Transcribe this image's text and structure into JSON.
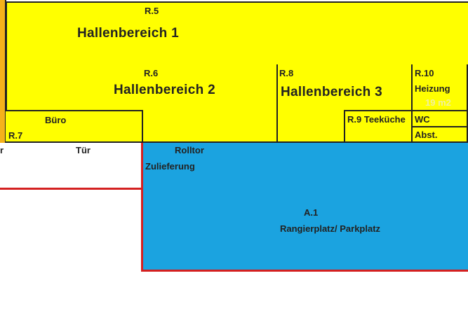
{
  "colors": {
    "hall": "#ffff00",
    "side_wall": "#f5b21b",
    "yard": "#1ba3e0",
    "border": "#222222",
    "property_line": "#d42020",
    "area_note": "#f0f0a0"
  },
  "rooms": {
    "r5": {
      "code": "R.5",
      "name": "Hallenbereich 1"
    },
    "r6": {
      "code": "R.6",
      "name": "Hallenbereich 2"
    },
    "r7": {
      "code": "R.7",
      "name": "Büro"
    },
    "r8": {
      "code": "R.8",
      "name": "Hallenbereich 3"
    },
    "r9": {
      "label": "R.9 Teeküche"
    },
    "r10": {
      "code": "R.10",
      "name": "Heizung",
      "area": "19 m2"
    },
    "wc": {
      "label": "WC"
    },
    "abst": {
      "label": "Abst."
    }
  },
  "outside": {
    "door_left": "r",
    "door": "Tür",
    "rolltor": "Rolltor",
    "delivery": "Zulieferung",
    "yard_code": "A.1",
    "yard_name": "Rangierplatz/ Parkplatz"
  }
}
